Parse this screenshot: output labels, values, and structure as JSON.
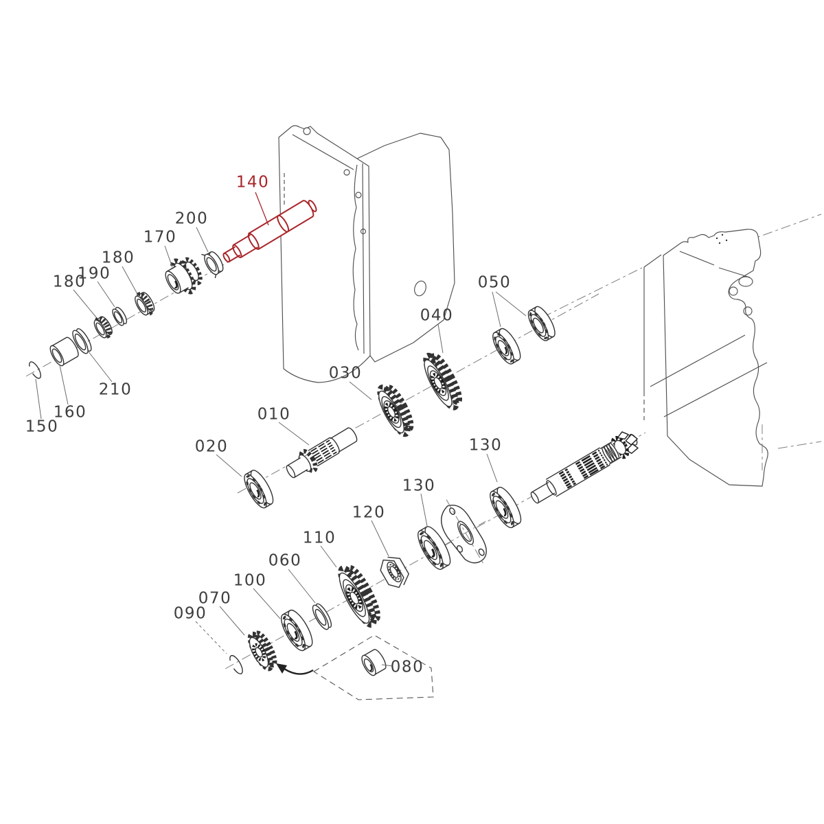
{
  "diagram": {
    "kind": "exploded-parts-diagram",
    "subject": "transmission gear shaft assembly",
    "highlight_color": "#a8262a",
    "line_color": "#333333",
    "background": "#ffffff",
    "labels": [
      {
        "text": "140",
        "part": "input-shaft",
        "highlighted": true
      },
      {
        "text": "200",
        "part": "slotted-collar",
        "highlighted": false
      },
      {
        "text": "170",
        "part": "gear-cluster",
        "highlighted": false
      },
      {
        "text": "180",
        "part": "needle-bearing",
        "highlighted": false
      },
      {
        "text": "190",
        "part": "spacer-ring",
        "highlighted": false
      },
      {
        "text": "180",
        "part": "needle-bearing",
        "highlighted": false
      },
      {
        "text": "210",
        "part": "thrust-washer",
        "highlighted": false
      },
      {
        "text": "160",
        "part": "bushing",
        "highlighted": false
      },
      {
        "text": "150",
        "part": "snap-ring",
        "highlighted": false
      },
      {
        "text": "050",
        "part": "ball-bearing-pair",
        "highlighted": false
      },
      {
        "text": "040",
        "part": "gear",
        "highlighted": false
      },
      {
        "text": "030",
        "part": "gear",
        "highlighted": false
      },
      {
        "text": "010",
        "part": "pinion-shaft",
        "highlighted": false
      },
      {
        "text": "020",
        "part": "ball-bearing",
        "highlighted": false
      },
      {
        "text": "130",
        "part": "ball-bearing",
        "highlighted": false
      },
      {
        "text": "130",
        "part": "ball-bearing",
        "highlighted": false
      },
      {
        "text": "120",
        "part": "lock-nut",
        "highlighted": false
      },
      {
        "text": "110",
        "part": "gear",
        "highlighted": false
      },
      {
        "text": "060",
        "part": "washer",
        "highlighted": false
      },
      {
        "text": "100",
        "part": "ball-bearing",
        "highlighted": false
      },
      {
        "text": "070",
        "part": "small-gear",
        "highlighted": false
      },
      {
        "text": "090",
        "part": "snap-ring",
        "highlighted": false
      },
      {
        "text": "080",
        "part": "bushing",
        "highlighted": false
      }
    ]
  }
}
